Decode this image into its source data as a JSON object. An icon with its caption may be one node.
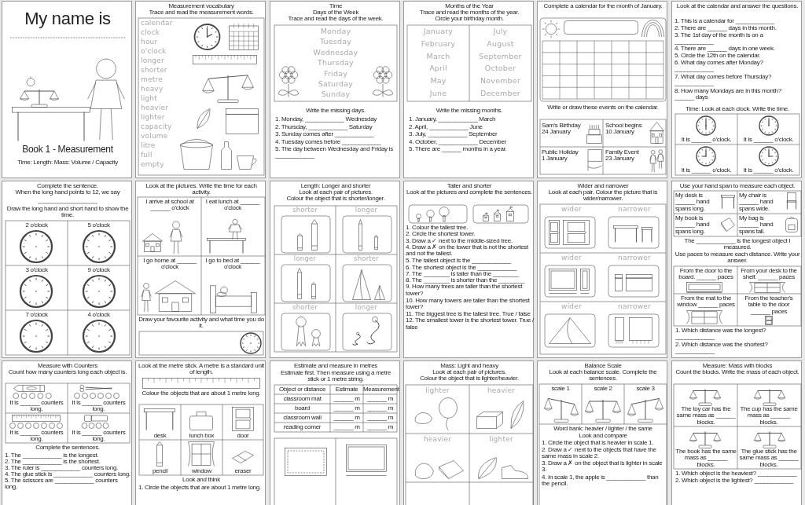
{
  "diagram": {
    "nodes": [
      {
        "text": [
          "My name is",
          "Book 1 - Measurement",
          "Time: Length: Mass: Volume / Capacity"
        ]
      },
      {
        "text": [
          "Measurement vocabulary",
          "Trace and read the measurement words.",
          "calendar",
          "clock",
          "hour",
          "o'clock",
          "longer",
          "shorter",
          "metre",
          "heavy",
          "light",
          "heavier",
          "lighter",
          "capacity",
          "volume",
          "litre",
          "full",
          "empty"
        ]
      },
      {
        "text": [
          "Time",
          "Days of the Week",
          "Trace and read the days of the week.",
          "Monday",
          "Tuesday",
          "Wednesday",
          "Thursday",
          "Friday",
          "Saturday",
          "Sunday",
          "Write the missing days.",
          "1. Monday, ____________ Wednesday",
          "2. Thursday, ____________ Saturday",
          "3. Sunday comes after ____________",
          "4. Tuesday comes before ____________",
          "5. The day between Wednesday and Friday is ____________"
        ]
      },
      {
        "text": [
          "Months of the Year",
          "Trace and read the months of the year.",
          "Circle your birthday month.",
          "January",
          "February",
          "March",
          "April",
          "May",
          "June",
          "July",
          "August",
          "September",
          "October",
          "November",
          "December",
          "Write the missing months.",
          "1. January, ____________ March",
          "2. April, ____________ June",
          "3. July, ____________ September",
          "4. October, ____________ December",
          "5. There are ______ months in a year."
        ]
      },
      {
        "text": [
          "Complete a calendar for the month of January.",
          "Write or draw these events on the calendar.",
          "Sam's Birthday",
          "24 January",
          "School begins",
          "10 January",
          "Public Holiday",
          "1 January",
          "Family Event",
          "23 January"
        ]
      },
      {
        "text": [
          "Look at the calendar and answer the questions.",
          "1. This is a calendar for ____________",
          "2. There are ______ days in this month.",
          "3. The 1st day of the month is on a ____________",
          "4. There are ______ days in one week.",
          "5. Circle the 12th on the calendar.",
          "6. What day comes after Monday? ____________",
          "7. What day comes before Thursday? ____________",
          "8. How many Mondays are in this month? ______ days",
          "Time: Look at each clock. Write the time.",
          "It is ______ o'clock.",
          "It is ______ o'clock.",
          "It is ______ o'clock.",
          "It is ______ o'clock."
        ]
      },
      {
        "text": [
          "Complete the sentence.",
          "When the long hand points to 12, we say",
          "Draw the long hand and short hand to show the time.",
          "2 o'clock",
          "5 o'clock",
          "3 o'clock",
          "9 o'clock",
          "7 o'clock",
          "4 o'clock"
        ]
      },
      {
        "text": [
          "Look at the pictures. Write the time for each activity.",
          "I arrive at school at ______ o'clock",
          "I eat lunch at ______ o'clock",
          "I go home at ______ o'clock",
          "I go to bed at ______ o'clock",
          "Draw your favourite activity and what time you do it."
        ]
      },
      {
        "text": [
          "Length: Longer and shorter",
          "Look at each pair of pictures.",
          "Colour the object that is shorter/longer.",
          "shorter",
          "longer",
          "longer",
          "shorter",
          "shorter",
          "longer"
        ]
      },
      {
        "text": [
          "Taller and shorter",
          "Look at the pictures and complete the sentences.",
          "1. Colour the tallest tree.",
          "2. Circle the shortest tower.",
          "3. Draw a ✓ next to the middle-sized tree.",
          "4. Draw a ✗ on the tower that is not the shortest and not the tallest.",
          "5. The tallest object is the ____________",
          "6. The shortest object is the ____________",
          "7. The ________ is taller than the ________",
          "8. The ________ is shorter than the ________",
          "9. How many trees are taller than the shortest tower?",
          "10. How many towers are taller than the shortest tower?",
          "11. The biggest tree is the tallest tree. True / false",
          "12. The smallest tower is the shortest tower. True / false"
        ]
      },
      {
        "text": [
          "Wider and narrower",
          "Look at each pair. Colour the picture that is wider/narrower.",
          "wider",
          "narrower",
          "wider",
          "narrower",
          "wider",
          "narrower"
        ]
      },
      {
        "text": [
          "Use your hand span to measure each object.",
          "My desk is ______ hand spans long.",
          "My chair is ______ hand spans wide.",
          "My book is ______ hand spans long.",
          "My bag is ______ hand spans tall.",
          "The ____________ is the longest object I measured.",
          "Use paces to measure each distance. Write your answer.",
          "From the door to the board. ______ paces",
          "From your desk to the shelf. ______ paces",
          "From the mat to the window ______ paces",
          "From the teacher's table to the door ______ paces",
          "1. Which distance was the longest? ____________",
          "2. Which distance was the shortest? ____________"
        ]
      },
      {
        "text": [
          "Measure with Counters",
          "Count how many counters long each object is.",
          "It is ______ counters long.",
          "It is ______ counters long.",
          "It is ______ counters long.",
          "It is ______ counters long.",
          "Complete the sentences.",
          "1. The ____________ is the longest.",
          "2. The ____________ is the shortest.",
          "3. The ruler is ____________ counters long.",
          "4. The glue stick is ____________ counters long.",
          "5. The scissors are ____________ counters long."
        ]
      },
      {
        "text": [
          "Look at the metre stick. A metre is a standard unit of length.",
          "Colour the objects that are about 1 metre long.",
          "desk",
          "lunch box",
          "door",
          "pencil",
          "window",
          "eraser",
          "Look and think",
          "1. Circle the objects that are about 1 metre long."
        ]
      },
      {
        "text": [
          "Estimate and measure in metres",
          "Estimate first. Then measure using a metre stick or 1 metre string.",
          "Object or distance",
          "Estimate",
          "Measurement",
          "classroom mat",
          "______ m",
          "______ m",
          "board",
          "______ m",
          "______ m",
          "classroom wall",
          "______ m",
          "______ m",
          "reading corner",
          "______ m",
          "______ m"
        ]
      },
      {
        "text": [
          "Mass: Light and heavy",
          "Look at each pair of pictures.",
          "Colour the object that is lighter/heavier.",
          "lighter",
          "heavier",
          "heavier",
          "lighter"
        ]
      },
      {
        "text": [
          "Balance Scale",
          "Look at each balance scale. Complete the sentences.",
          "scale 1",
          "scale 2",
          "scale 3",
          "Word bank: heavier / lighter / the same",
          "Look and compare",
          "1. Circle the object that is heavier in scale 1.",
          "2. Draw a ✓ next to the objects that have the same mass in scale 2.",
          "3. Draw a ✗ on the object that is lighter in scale 3.",
          "4. In scale 1, the apple is ____________ than the pencil."
        ]
      },
      {
        "text": [
          "Measure: Mass with blocks",
          "Count the blocks. Write the mass of each object.",
          "The toy car has the same mass as ______ blocks.",
          "The cup has the same mass as ______ blocks.",
          "The book has the same mass as ______ blocks.",
          "The glue stick has the same mass as ______ blocks.",
          "1. Which object is the heaviest? ____________",
          "2. Which object is the lightest? ____________"
        ]
      }
    ]
  }
}
